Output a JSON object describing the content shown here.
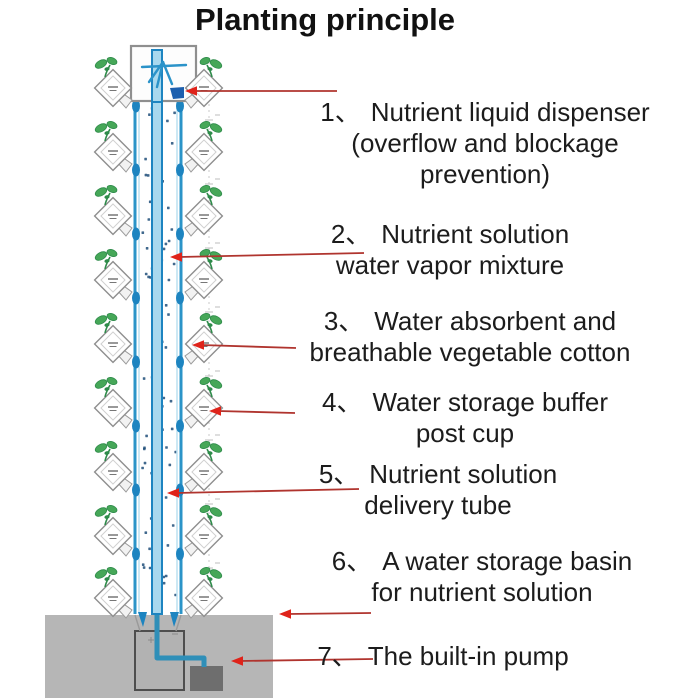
{
  "title": "Planting principle",
  "annotations": [
    {
      "num": "1、",
      "lines": [
        "Nutrient liquid dispenser",
        "(overflow and blockage",
        "prevention)"
      ]
    },
    {
      "num": "2、",
      "lines": [
        "Nutrient solution",
        "water vapor mixture"
      ]
    },
    {
      "num": "3、",
      "lines": [
        "Water absorbent and",
        "breathable vegetable cotton"
      ]
    },
    {
      "num": "4、",
      "lines": [
        "Water storage buffer",
        "post cup"
      ]
    },
    {
      "num": "5、",
      "lines": [
        "Nutrient solution",
        "delivery tube"
      ]
    },
    {
      "num": "6、",
      "lines": [
        "A water storage basin",
        "for nutrient solution"
      ]
    },
    {
      "num": "7、",
      "lines": [
        "The built-in pump"
      ]
    }
  ],
  "diagram_info": {
    "plant_site_rows": 9,
    "plant_sites_per_row": 2
  },
  "colors": {
    "text": "#1c1c1c",
    "arrow_line_red": "#b0342e",
    "arrow_head_red": "#df231a",
    "tower_blue": "#2b94c8",
    "wall_highlight_blue": "#bfe2f2",
    "tube_light_blue": "#a8d8ee",
    "tube_dark_blue": "#1d84c0",
    "nozzle_blue": "#1d5fae",
    "vapor_navy": "#1f4e79",
    "plant_green": "#46a758",
    "plant_green_dark": "#2e8b4a",
    "cup_outline_gray": "#8f8f8f",
    "basin_gray": "#b6b6b6",
    "reservoir_outline_gray": "#4e4e4e",
    "pump_gray": "#6e6e6e",
    "dimension_gray": "#c9c9c9"
  }
}
